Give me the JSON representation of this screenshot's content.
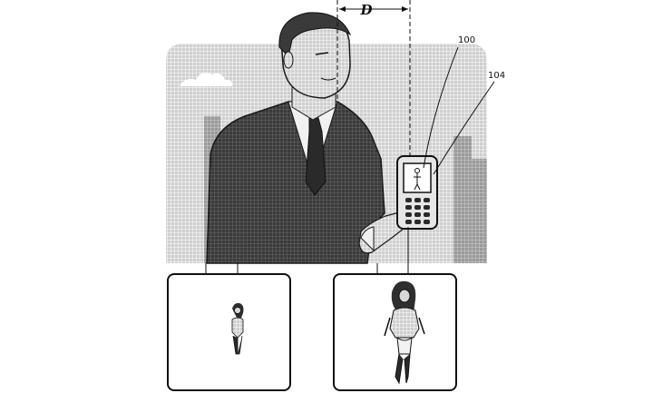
{
  "figure": {
    "dimension_label": "D",
    "reference_numerals": {
      "phone": "100",
      "phone_display": "104"
    }
  },
  "colors": {
    "background": "#ffffff",
    "panel": "#c9c9c9",
    "suit": "#3d3d3d",
    "skin": "#dadada",
    "outline": "#1a1a1a"
  }
}
